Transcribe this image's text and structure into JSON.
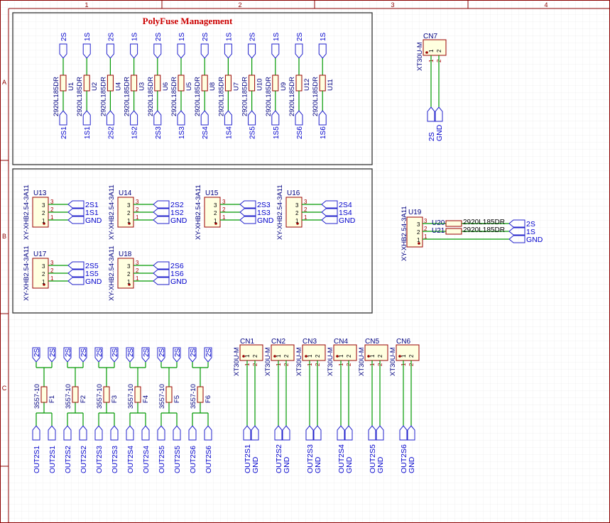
{
  "sheet": {
    "col_labels": [
      "1",
      "2",
      "3",
      "4"
    ],
    "row_labels": [
      "A",
      "B",
      "C"
    ],
    "title": "PolyFuse Management"
  },
  "colors": {
    "wire": "#009900",
    "body_outline": "#990000",
    "body_fill": "#ffffe0",
    "text": "#0000cc",
    "grid": "#e2e2e2",
    "frame": "#8b0000",
    "title": "#cc0000"
  },
  "polyfuses": [
    {
      "ref": "U1",
      "value": "2920L185DR",
      "top": "2S",
      "bottom": "2S1"
    },
    {
      "ref": "U2",
      "value": "2920L185DR",
      "top": "1S",
      "bottom": "1S1"
    },
    {
      "ref": "U4",
      "value": "2920L185DR",
      "top": "2S",
      "bottom": "2S2"
    },
    {
      "ref": "U3",
      "value": "2920L185DR",
      "top": "1S",
      "bottom": "1S2"
    },
    {
      "ref": "U6",
      "value": "2920L185DR",
      "top": "2S",
      "bottom": "2S3"
    },
    {
      "ref": "U5",
      "value": "2920L185DR",
      "top": "1S",
      "bottom": "1S3"
    },
    {
      "ref": "U8",
      "value": "2920L185DR",
      "top": "2S",
      "bottom": "2S4"
    },
    {
      "ref": "U7",
      "value": "2920L185DR",
      "top": "1S",
      "bottom": "1S4"
    },
    {
      "ref": "U10",
      "value": "2920L185DR",
      "top": "2S",
      "bottom": "2S5"
    },
    {
      "ref": "U9",
      "value": "2920L185DR",
      "top": "1S",
      "bottom": "1S5"
    },
    {
      "ref": "U12",
      "value": "2920L185DR",
      "top": "2S",
      "bottom": "2S6"
    },
    {
      "ref": "U11",
      "value": "2920L185DR",
      "top": "1S",
      "bottom": "1S6"
    }
  ],
  "balance_connectors": [
    {
      "ref": "U13",
      "value": "XY-XHB2.54-3A11",
      "pins": [
        "3",
        "2",
        "1"
      ],
      "nets": [
        "2S1",
        "1S1",
        "GND"
      ]
    },
    {
      "ref": "U14",
      "value": "XY-XHB2.54-3A11",
      "pins": [
        "3",
        "2",
        "1"
      ],
      "nets": [
        "2S2",
        "1S2",
        "GND"
      ]
    },
    {
      "ref": "U15",
      "value": "XY-XHB2.54-3A11",
      "pins": [
        "3",
        "2",
        "1"
      ],
      "nets": [
        "2S3",
        "1S3",
        "GND"
      ]
    },
    {
      "ref": "U16",
      "value": "XY-XHB2.54-3A11",
      "pins": [
        "3",
        "2",
        "1"
      ],
      "nets": [
        "2S4",
        "1S4",
        "GND"
      ]
    },
    {
      "ref": "U17",
      "value": "XY-XHB2.54-3A11",
      "pins": [
        "3",
        "2",
        "1"
      ],
      "nets": [
        "2S5",
        "1S5",
        "GND"
      ]
    },
    {
      "ref": "U18",
      "value": "XY-XHB2.54-3A11",
      "pins": [
        "3",
        "2",
        "1"
      ],
      "nets": [
        "2S6",
        "1S6",
        "GND"
      ]
    }
  ],
  "input_connector": {
    "ref": "U19",
    "value": "XY-XHB2.54-3A11",
    "pins": [
      "3",
      "2",
      "1"
    ],
    "fuses": [
      {
        "ref": "U20",
        "value": "2920L185DR"
      },
      {
        "ref": "U21",
        "value": "2920L185DR"
      }
    ],
    "nets": [
      "2S",
      "1S",
      "GND"
    ]
  },
  "cn7": {
    "ref": "CN7",
    "value": "XT30U-M",
    "pins": [
      "1",
      "2"
    ],
    "nets": [
      "2S",
      "GND"
    ]
  },
  "fuses": [
    {
      "ref": "F1",
      "value": "3557-10",
      "in": [
        "2S",
        "2S"
      ],
      "out": [
        "OUT2S1",
        "OUT2S1"
      ]
    },
    {
      "ref": "F2",
      "value": "3557-10",
      "in": [
        "2S",
        "2S"
      ],
      "out": [
        "OUT2S2",
        "OUT2S2"
      ]
    },
    {
      "ref": "F3",
      "value": "3557-10",
      "in": [
        "2S",
        "2S"
      ],
      "out": [
        "OUT2S3",
        "OUT2S3"
      ]
    },
    {
      "ref": "F4",
      "value": "3557-10",
      "in": [
        "2S",
        "2S"
      ],
      "out": [
        "OUT2S4",
        "OUT2S4"
      ]
    },
    {
      "ref": "F5",
      "value": "3557-10",
      "in": [
        "2S",
        "2S"
      ],
      "out": [
        "OUT2S5",
        "OUT2S5"
      ]
    },
    {
      "ref": "F6",
      "value": "3557-10",
      "in": [
        "2S",
        "2S"
      ],
      "out": [
        "OUT2S6",
        "OUT2S6"
      ]
    }
  ],
  "out_connectors": [
    {
      "ref": "CN1",
      "value": "XT30U-M",
      "pins": [
        "1",
        "2"
      ],
      "nets": [
        "OUT2S1",
        "GND"
      ]
    },
    {
      "ref": "CN2",
      "value": "XT30U-M",
      "pins": [
        "1",
        "2"
      ],
      "nets": [
        "OUT2S2",
        "GND"
      ]
    },
    {
      "ref": "CN3",
      "value": "XT30U-M",
      "pins": [
        "1",
        "2"
      ],
      "nets": [
        "OUT2S3",
        "GND"
      ]
    },
    {
      "ref": "CN4",
      "value": "XT30U-M",
      "pins": [
        "1",
        "2"
      ],
      "nets": [
        "OUT2S4",
        "GND"
      ]
    },
    {
      "ref": "CN5",
      "value": "XT30U-M",
      "pins": [
        "1",
        "2"
      ],
      "nets": [
        "OUT2S5",
        "GND"
      ]
    },
    {
      "ref": "CN6",
      "value": "XT30U-M",
      "pins": [
        "1",
        "2"
      ],
      "nets": [
        "OUT2S6",
        "GND"
      ]
    }
  ]
}
